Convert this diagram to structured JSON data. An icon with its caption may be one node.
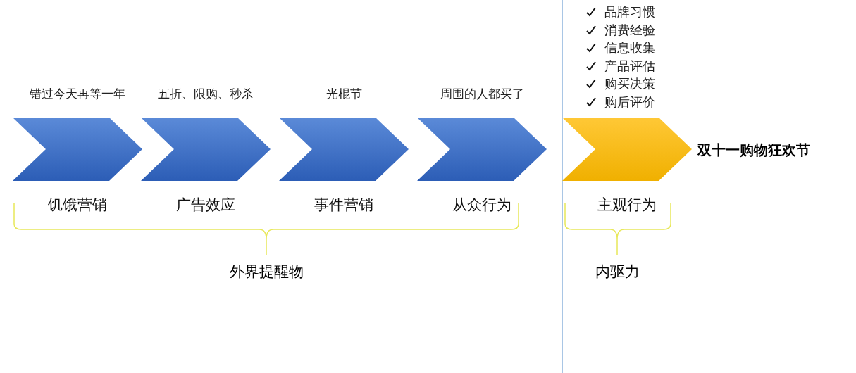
{
  "diagram": {
    "nodes": [
      {
        "text": [
          "饥饿营销"
        ],
        "beside": [
          "错过今天再等一年"
        ]
      },
      {
        "text": [
          "广告效应"
        ],
        "beside": [
          "五折、限购、秒杀"
        ]
      },
      {
        "text": [
          "事件营销"
        ],
        "beside": [
          "光棍节"
        ]
      },
      {
        "text": [
          "从众行为"
        ],
        "beside": [
          "周围的人都买了"
        ]
      },
      {
        "text": [
          "主观行为"
        ]
      },
      {
        "text": [
          "双十一购物狂欢节"
        ]
      }
    ],
    "labels": [
      "品牌习惯",
      "消费经验",
      "信息收集",
      "产品评估",
      "购买决策",
      "购后评价",
      "外界提醒物",
      "内驱力"
    ]
  }
}
